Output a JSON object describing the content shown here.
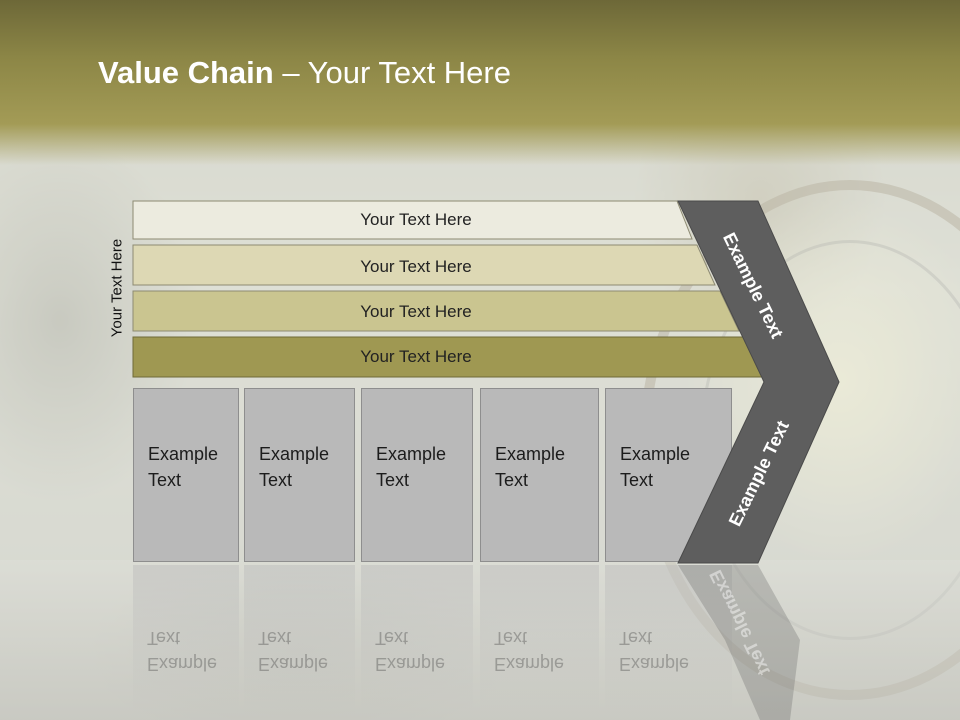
{
  "title": {
    "bold": "Value Chain",
    "rest": " – Your Text Here"
  },
  "side_label": "Your Text Here",
  "bars": [
    {
      "label": "Your Text Here",
      "color": "#ecebdf"
    },
    {
      "label": "Your Text Here",
      "color": "#ddd8b4"
    },
    {
      "label": "Your Text Here",
      "color": "#cac590"
    },
    {
      "label": "Your Text Here",
      "color": "#9f9852"
    }
  ],
  "boxes": [
    {
      "line1": "Example",
      "line2": "Text"
    },
    {
      "line1": "Example",
      "line2": "Text"
    },
    {
      "line1": "Example",
      "line2": "Text"
    },
    {
      "line1": "Example",
      "line2": "Text"
    },
    {
      "line1": "Example",
      "line2": "Text"
    }
  ],
  "chevron": {
    "upper_label": "Example Text",
    "lower_label": "Example Text",
    "color": "#5e5e5e"
  }
}
